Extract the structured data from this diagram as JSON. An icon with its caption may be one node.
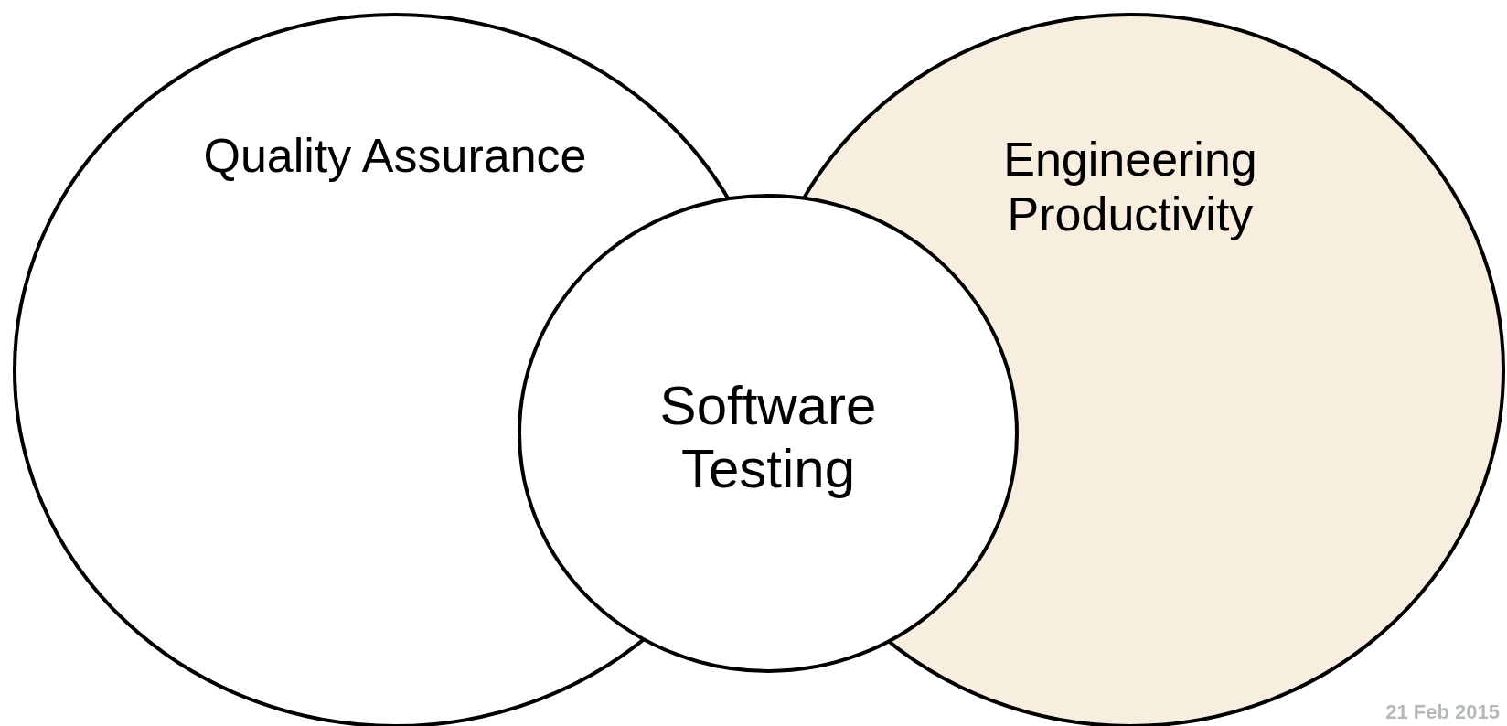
{
  "diagram": {
    "nodes": [
      {
        "text": [
          "Quality Assurance"
        ]
      },
      {
        "text": [
          "Engineering Productivity"
        ]
      },
      {
        "text": [
          "Software Testing"
        ]
      }
    ],
    "labels": [
      "21 Feb 2015"
    ]
  }
}
